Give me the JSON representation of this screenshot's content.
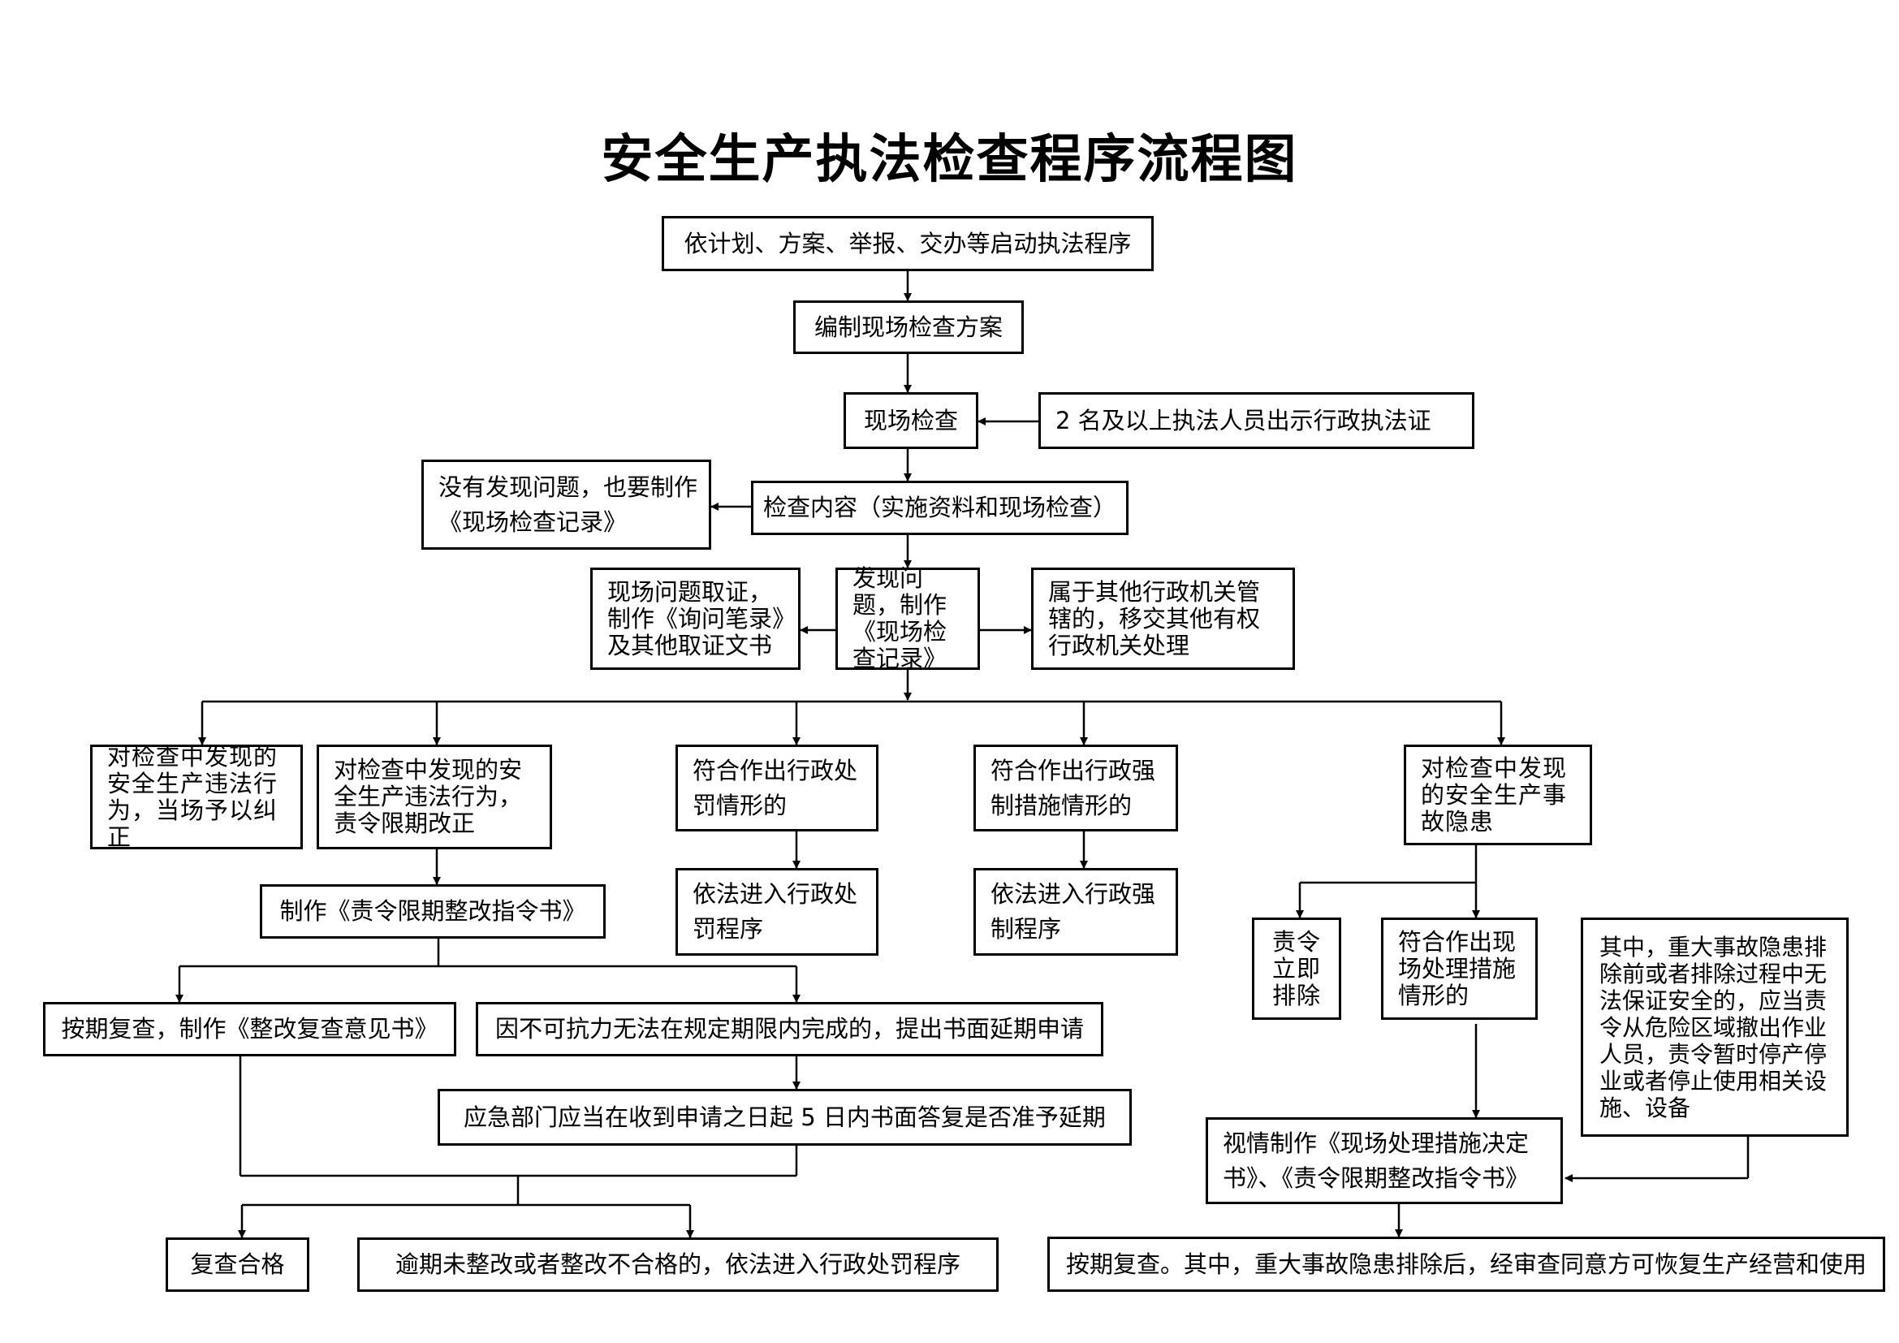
{
  "title": "安全生产执法检查程序流程图",
  "nodes": {
    "start": "依计划、方案、举报、交办等启动执法程序",
    "plan": "编制现场检查方案",
    "inspect": "现场检查",
    "officers": "2 名及以上执法人员出示行政执法证",
    "content": "检查内容（实施资料和现场检查）",
    "no_problem": "没有发现问题，也要制作《现场检查记录》",
    "evidence": "现场问题取证，制作《询问笔录》及其他取证文书",
    "found": "发现问题，制作《现场检查记录》",
    "transfer": "属于其他行政机关管辖的，移交其他有权行政机关处理",
    "correct_now": "对检查中发现的安全生产违法行为，当场予以纠正",
    "correct_limit": "对检查中发现的安全生产违法行为，责令限期改正",
    "penalty_case": "符合作出行政处罚情形的",
    "coercive_case": "符合作出行政强制措施情形的",
    "hazard": "对检查中发现的安全生产事故隐患",
    "order_doc": "制作《责令限期整改指令书》",
    "penalty_proc": "依法进入行政处罚程序",
    "coercive_proc": "依法进入行政强制程序",
    "eliminate": "责令立即排除",
    "onsite_measure": "符合作出现场处理措施情形的",
    "major_hazard": "其中，重大事故隐患排除前或者排除过程中无法保证安全的，应当责令从危险区域撤出作业人员，责令暂时停产停业或者停止使用相关设施、设备",
    "recheck": "按期复查，制作《整改复查意见书》",
    "delay_request": "因不可抗力无法在规定期限内完成的，提出书面延期申请",
    "delay_reply": "应急部门应当在收到申请之日起 5 日内书面答复是否准予延期",
    "decision_doc": "视情制作《现场处理措施决定书》、《责令限期整改指令书》",
    "pass": "复查合格",
    "overdue": "逾期未整改或者整改不合格的，依法进入行政处罚程序",
    "final_recheck": "按期复查。其中，重大事故隐患排除后，经审查同意方可恢复生产经营和使用"
  }
}
